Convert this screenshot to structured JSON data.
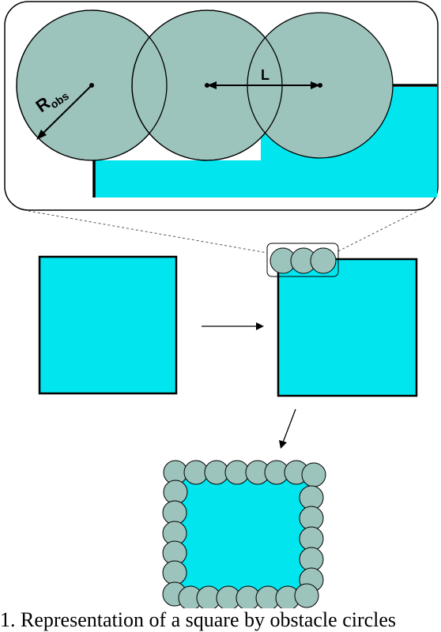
{
  "labels": {
    "radius_main": "R",
    "radius_sub": "obs",
    "spacing": "L"
  },
  "caption": "1. Representation of a square by obstacle circles",
  "colors": {
    "region": "#00e5ee",
    "circle": "#9dc4bc",
    "outline": "#000000",
    "connector": "#555555"
  }
}
